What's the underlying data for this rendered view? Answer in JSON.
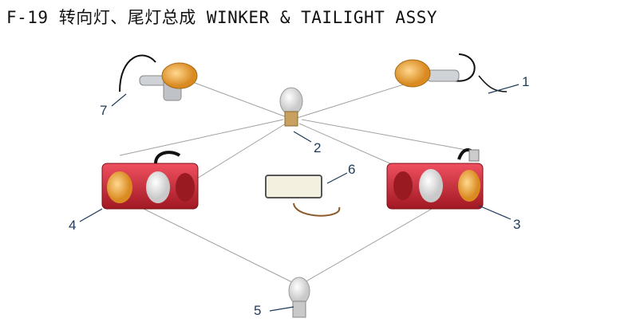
{
  "title": "F-19 转向灯、尾灯总成 WINKER & TAILIGHT ASSY",
  "callouts": [
    "1",
    "2",
    "3",
    "4",
    "5",
    "6",
    "7"
  ],
  "colors": {
    "lines": "#9a9a9a",
    "callout": "#1e3a5a",
    "amber": "#e8a030",
    "red": "#d8303a"
  }
}
